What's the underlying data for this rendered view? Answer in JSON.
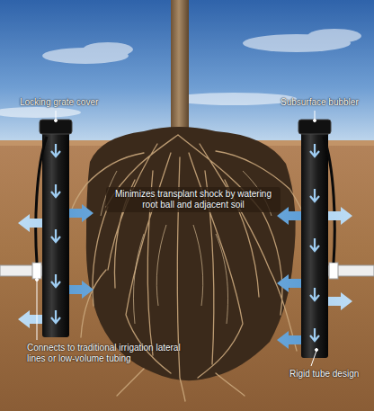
{
  "diagram": {
    "labels": [
      "Locking grate cover",
      "Subsurface bubbler",
      "Minimizes transplant shock by watering root ball and adjacent soil",
      "Connects to traditional irrigation lateral lines or low-volume tubing",
      "Rigid tube design"
    ]
  }
}
